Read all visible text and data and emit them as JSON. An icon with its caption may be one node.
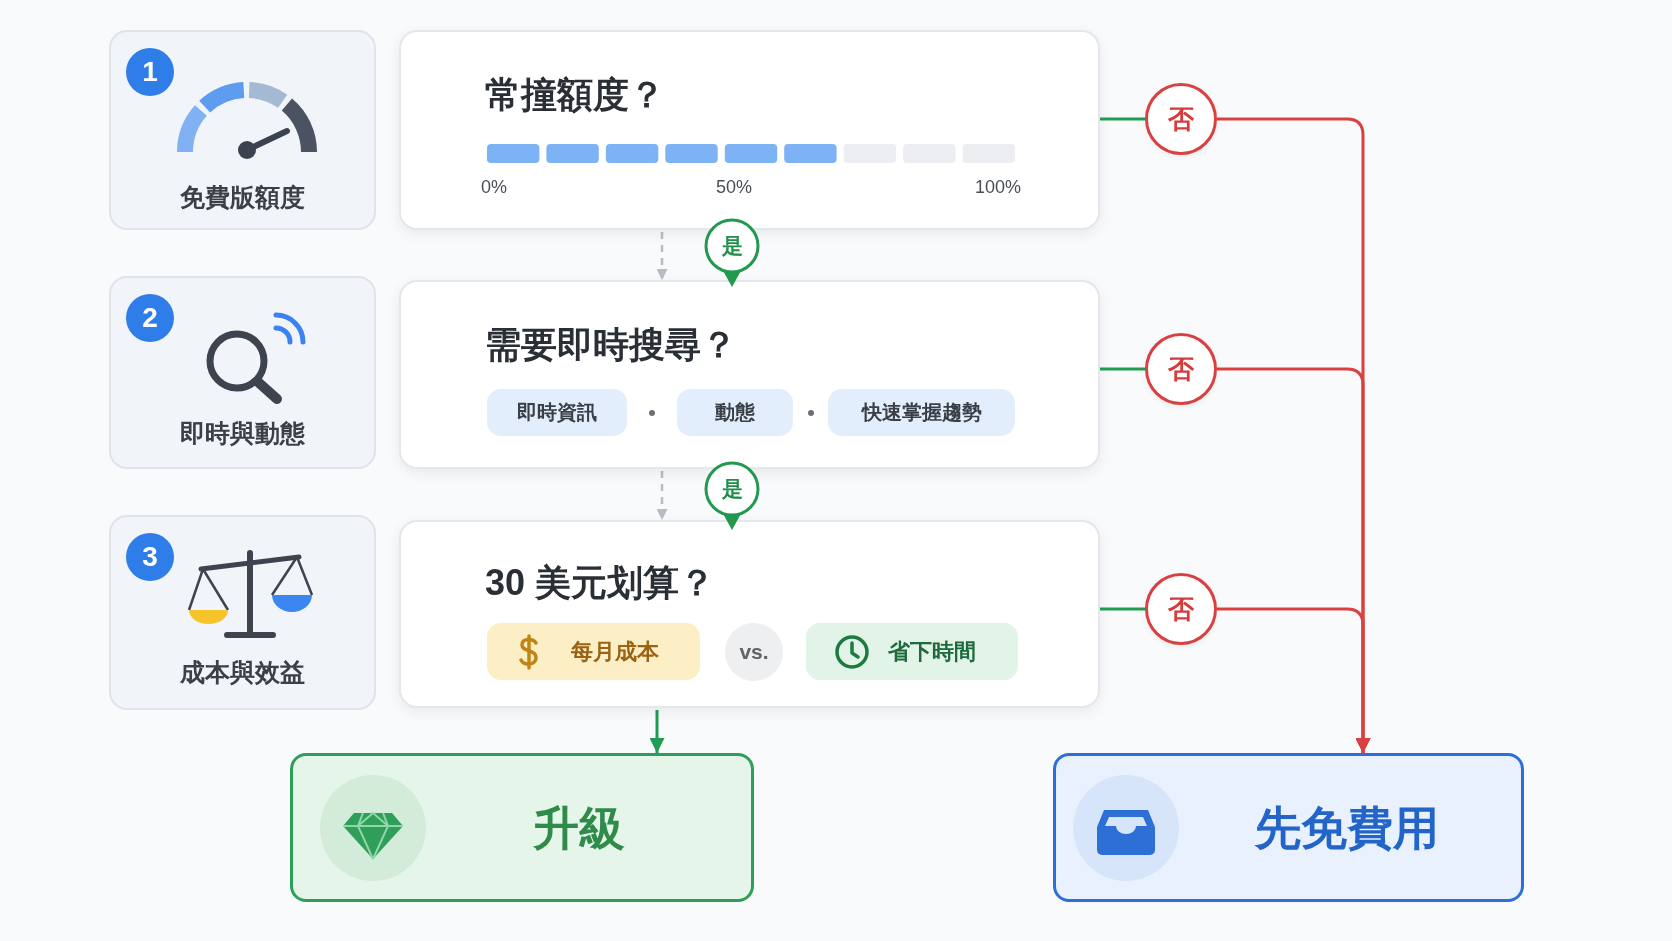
{
  "diagram": {
    "nodes": [
      {
        "text": [
          "1",
          "免費版額度"
        ]
      },
      {
        "text": [
          "常撞額度？",
          "0%",
          "50%",
          "100%"
        ]
      },
      {
        "text": [
          "否"
        ]
      },
      {
        "text": [
          "是"
        ]
      },
      {
        "text": [
          "2",
          "即時與動態"
        ]
      },
      {
        "text": [
          "需要即時搜尋？"
        ]
      },
      {
        "text": [
          "即時資訊"
        ],
        "in": 5
      },
      {
        "text": [
          "動態"
        ],
        "in": 5
      },
      {
        "text": [
          "快速掌握趨勢"
        ],
        "in": 5
      },
      {
        "text": [
          "否"
        ]
      },
      {
        "text": [
          "是"
        ]
      },
      {
        "text": [
          "3",
          "成本與效益"
        ]
      },
      {
        "text": [
          "30 美元划算？"
        ]
      },
      {
        "text": [
          "每月成本"
        ],
        "in": 12
      },
      {
        "text": [
          "vs."
        ],
        "in": 12
      },
      {
        "text": [
          "省下時間"
        ],
        "in": 12
      },
      {
        "text": [
          "否"
        ]
      },
      {
        "text": [
          "升級"
        ]
      },
      {
        "text": [
          "先免費用"
        ]
      }
    ],
    "edges": [
      {
        "from": 1,
        "to": 2,
        "arrow": "none"
      },
      {
        "from": 2,
        "to": 18,
        "arrow": "to",
        "color": "#d94040"
      },
      {
        "from": 1,
        "to": 5,
        "arrow": "to",
        "style": "dashed",
        "color": "#b9bdc3"
      },
      {
        "from": 5,
        "to": 9,
        "arrow": "none"
      },
      {
        "from": 9,
        "to": 18,
        "arrow": "to",
        "color": "#d94040"
      },
      {
        "from": 5,
        "to": 12,
        "arrow": "to",
        "style": "dashed",
        "color": "#b9bdc3"
      },
      {
        "from": 12,
        "to": 16,
        "arrow": "none"
      },
      {
        "from": 16,
        "to": 18,
        "arrow": "to",
        "color": "#d94040"
      },
      {
        "from": 12,
        "to": 17,
        "arrow": "to"
      }
    ]
  }
}
